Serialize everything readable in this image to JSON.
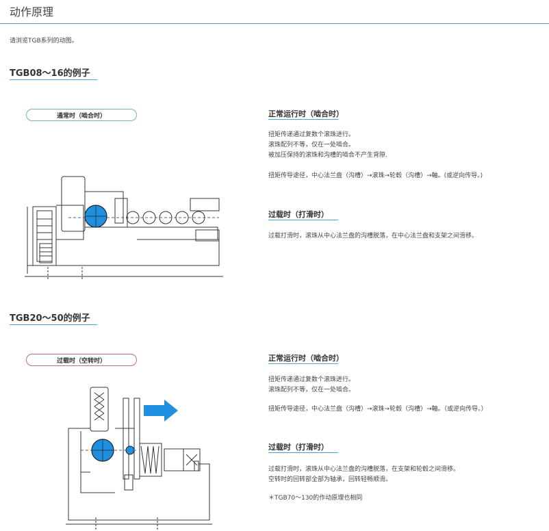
{
  "page": {
    "title": "动作原理",
    "intro": "请浏览TGB系列的动图。"
  },
  "section1": {
    "heading": "TGB08～16的例子",
    "state_label": "通常时（啮合时）",
    "normal": {
      "heading": "正常运行时（啮合时）",
      "lines": [
        "扭矩传递通过复数个滚珠进行。",
        "滚珠配列不等，仅在一处啮合。",
        "被加压保持的滚珠和沟槽的啮合不产生背隙."
      ],
      "path": "扭矩传导途径，中心法兰盘（沟槽）→滚珠→轮毂（沟槽）→軸。(或逆向传导。)"
    },
    "overload": {
      "heading": "过载时（打滑时）",
      "text": "过载打滑时，滚珠从中心法兰盘的沟槽脱落，在中心法兰盘和支架之间滑移。"
    }
  },
  "section2": {
    "heading": "TGB20～50的例子",
    "state_label": "过载时（空转时）",
    "normal": {
      "heading": "正常运行时（啮合时）",
      "lines": [
        "扭矩传递通过复数个滚珠进行。",
        "滚珠配列不等，仅在一处啮合。"
      ],
      "path": "扭矩传导途径，中心法兰盘（沟槽）→滚珠→轮毂（沟槽）→軸。（或逆向传导。）"
    },
    "overload": {
      "heading": "过载时（打滑时）",
      "lines": [
        "过载打滑时，滚珠从中心法兰盘的沟槽脱落，在支架和轮毂之间滑移。",
        "空转时的回转部全部为轴承，回转轻畅顺滑。"
      ],
      "note": "＊TGB70～130的作动原理也相同"
    }
  },
  "colors": {
    "accent_rule": "#4aa3d8",
    "ball_blue": "#1f8fe0",
    "arrow_blue": "#1f8fe0",
    "pill_green": "#6fbf8a",
    "pill_red": "#c96a7d"
  }
}
